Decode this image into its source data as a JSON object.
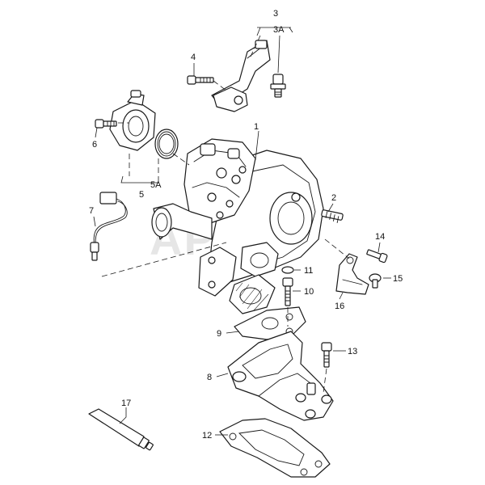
{
  "diagram": {
    "callouts": {
      "c1": "1",
      "c2": "2",
      "c3": "3",
      "c3a": "3A",
      "c4": "4",
      "c5": "5",
      "c5a": "5A",
      "c6": "6",
      "c7": "7",
      "c8": "8",
      "c9": "9",
      "c10": "10",
      "c11": "11",
      "c12": "12",
      "c13": "13",
      "c14": "14",
      "c15": "15",
      "c16": "16",
      "c17": "17"
    },
    "watermark": "APRIL"
  }
}
